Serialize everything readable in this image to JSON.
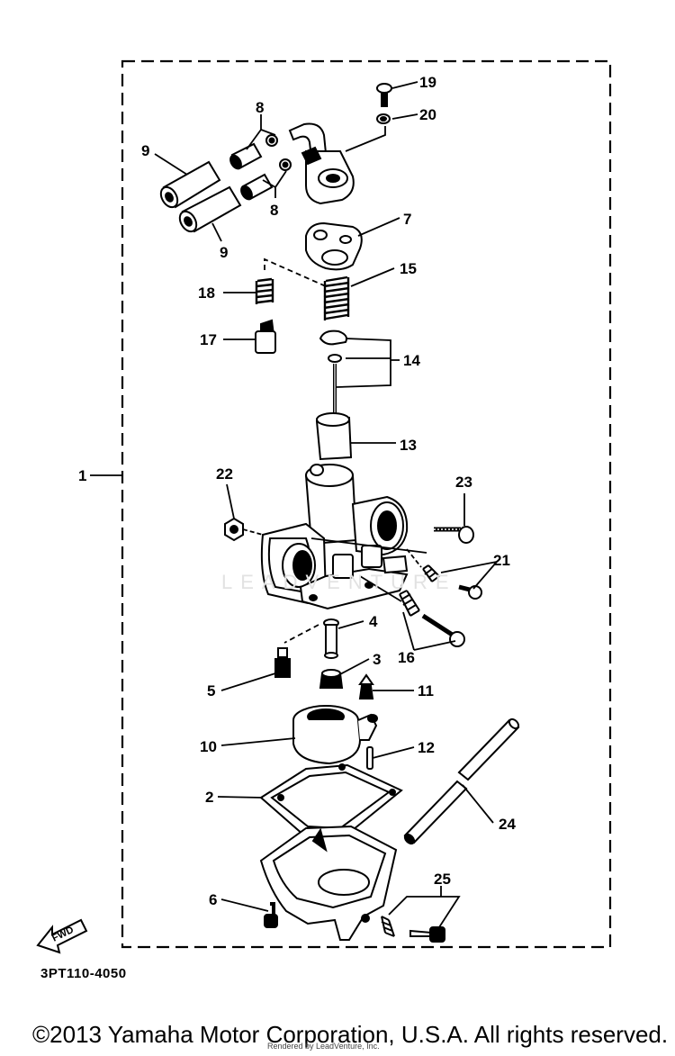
{
  "callouts": {
    "c1": "1",
    "c2": "2",
    "c3": "3",
    "c4": "4",
    "c5": "5",
    "c6": "6",
    "c7": "7",
    "c8a": "8",
    "c8b": "8",
    "c9a": "9",
    "c9b": "9",
    "c10": "10",
    "c11": "11",
    "c12": "12",
    "c13": "13",
    "c14": "14",
    "c15": "15",
    "c16": "16",
    "c17": "17",
    "c18": "18",
    "c19": "19",
    "c20": "20",
    "c21": "21",
    "c22": "22",
    "c23": "23",
    "c24": "24",
    "c25": "25"
  },
  "fwd_label": "FWD",
  "part_code": "3PT110-4050",
  "watermark": "LEADVENTURE",
  "copyright": "©2013 Yamaha Motor Corporation, U.S.A. All rights reserved.",
  "render_credit": "Rendered by LeadVenture, Inc."
}
